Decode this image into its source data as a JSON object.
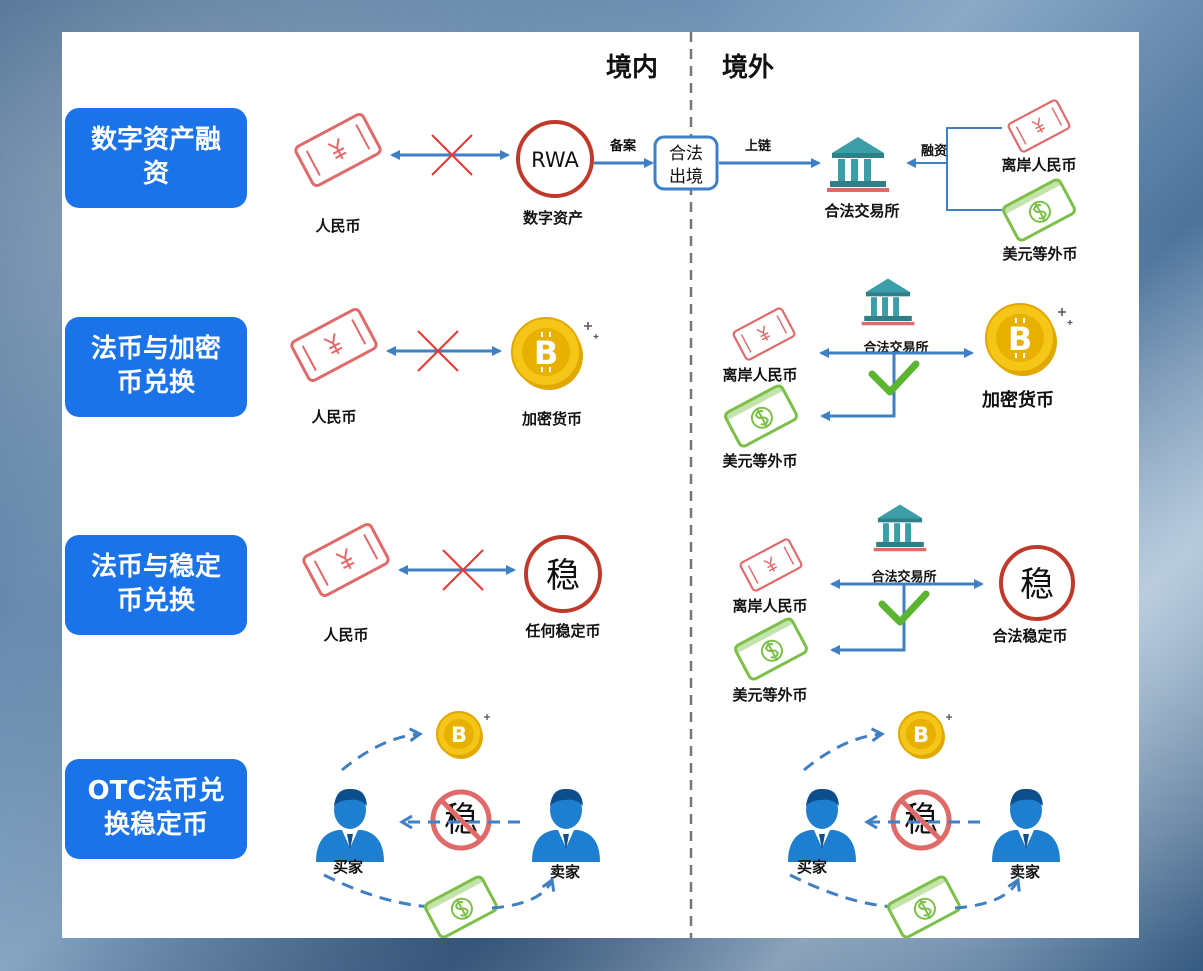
{
  "regions": {
    "domestic": "境内",
    "overseas": "境外"
  },
  "categories": [
    "数字资产融资",
    "法币与加密币兑换",
    "法币与稳定币兑换",
    "OTC法币兑换稳定币"
  ],
  "row1": {
    "rmb": "人民币",
    "rwa": "RWA",
    "digital_asset": "数字资产",
    "filing": "备案",
    "legal_exit_line1": "合法",
    "legal_exit_line2": "出境",
    "onchain": "上链",
    "exchange": "合法交易所",
    "financing": "融资",
    "offshore_rmb": "离岸人民币",
    "usd_fx": "美元等外币"
  },
  "row2": {
    "rmb": "人民币",
    "crypto": "加密货币",
    "exchange": "合法交易所",
    "offshore_rmb": "离岸人民币",
    "usd_fx": "美元等外币",
    "crypto_right": "加密货币"
  },
  "row3": {
    "rmb": "人民币",
    "stable_glyph": "稳",
    "any_stablecoin": "任何稳定币",
    "exchange": "合法交易所",
    "offshore_rmb": "离岸人民币",
    "usd_fx": "美元等外币",
    "legal_stablecoin": "合法稳定币"
  },
  "row4": {
    "buyer": "买家",
    "seller": "卖家",
    "stable_glyph": "稳"
  },
  "colors": {
    "category_bg": "#1a73e8",
    "arrow": "#3f7fc4",
    "cross": "#e53935",
    "check": "#5cb531",
    "rmb_note": "#e06a6a",
    "usd_note": "#7cc04a",
    "coin": "#f5c518",
    "coin_edge": "#e0a800",
    "person": "#1e7fd0",
    "bank": "#3c9fa8",
    "circle_red": "#c0392b",
    "divider": "#777777"
  }
}
